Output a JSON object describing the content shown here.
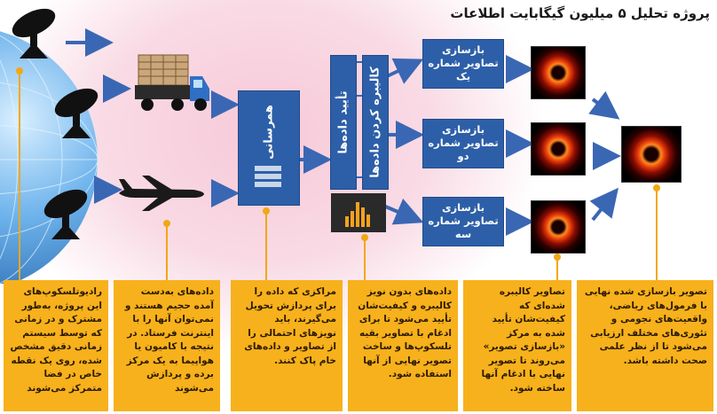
{
  "title": "پروژه تحلیل ۵ میلیون گیگابایت اطلاعات",
  "stages": {
    "sync": "همرسانی",
    "verify": "تأیید داده‌ها",
    "calibrate": "کالیبره کردن داده‌ها"
  },
  "reconstruct": [
    {
      "line1": "بازسازی",
      "line2": "تصاویر شماره",
      "line3": "یک"
    },
    {
      "line1": "بازسازی",
      "line2": "تصاویر شماره",
      "line3": "دو"
    },
    {
      "line1": "بازسازی",
      "line2": "تصاویر شماره",
      "line3": "سه"
    }
  ],
  "notes": [
    "رادیوتلسکوپ‌های این پروژه، به‌طور مشترک و در زمانی که توسط سیستم زمانی دقیق مشخص شده، روی یک نقطه خاص در فضا متمرکز می‌شوند",
    "داده‌های به‌دست آمده حجیم هستند و نمی‌توان آنها را با اینترنت فرستاد. در نتیجه با کامیون یا هواپیما به یک مرکز برده و پردازش می‌شوند",
    "مراکزی که داده را برای پردازش تحویل می‌گیرند، باید نویزهای احتمالی را از تصاویر و داده‌های خام پاک کنند.",
    "داده‌های بدون نویز کالیبره و کیفیت‌شان تأیید می‌شود تا برای ادغام با تصاویر بقیه تلسکوپ‌ها و ساخت تصویر نهایی از آنها استفاده شود.",
    "تصاویر کالیبره شده‌ای که کیفیت‌شان تأیید شده به مرکز «بازسازی تصویر» می‌روند تا تصویر نهایی با ادغام آنها ساخته شود.",
    "تصویر بازسازی شده نهایی با فرمول‌های ریاضی، واقعیت‌های نجومی و تئوری‌های مختلف ارزیابی می‌شود تا از نظر علمی صحت داشته باشد."
  ],
  "colors": {
    "box_blue": "#2d5fa8",
    "arrow_blue": "#3a67b4",
    "note_orange": "#f7b11c",
    "leader_orange": "#f2a714"
  },
  "icons": [
    "satellite-dish-icon",
    "truck-icon",
    "airplane-icon",
    "globe-icon",
    "server-icon",
    "bar-chart-icon",
    "black-hole-image"
  ]
}
